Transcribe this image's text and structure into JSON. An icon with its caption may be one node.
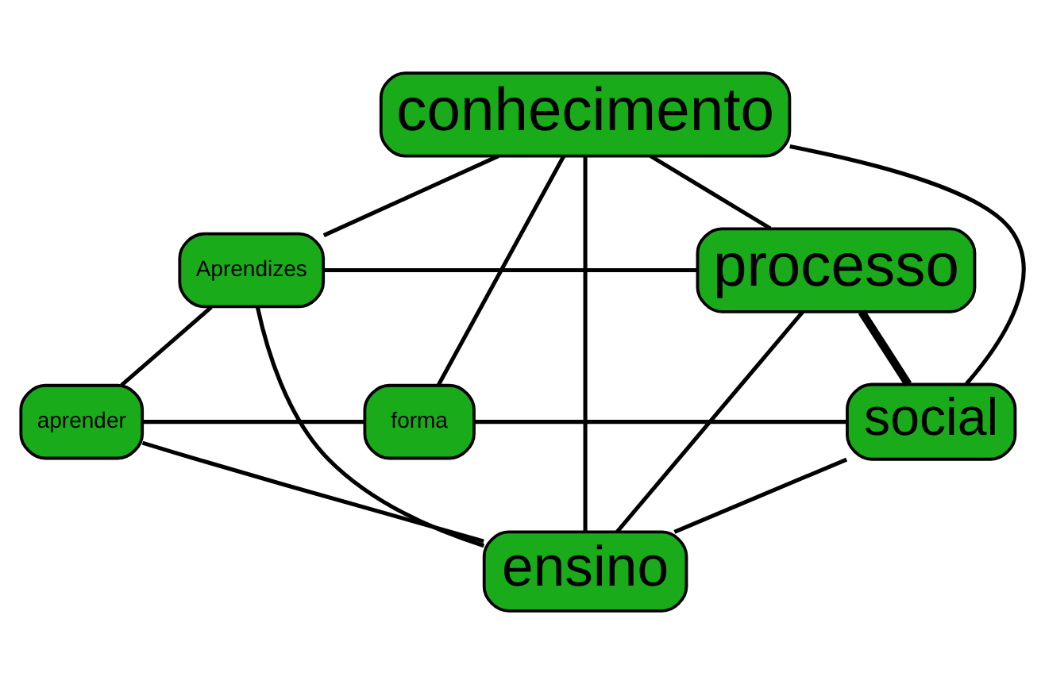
{
  "diagram": {
    "nodes": [
      {
        "text": [
          "conhecimento"
        ]
      },
      {
        "text": [
          "Aprendizes"
        ]
      },
      {
        "text": [
          "processo"
        ]
      },
      {
        "text": [
          "aprender"
        ]
      },
      {
        "text": [
          "forma"
        ]
      },
      {
        "text": [
          "social"
        ]
      },
      {
        "text": [
          "ensino"
        ]
      }
    ],
    "edges": [
      {
        "from": 0,
        "to": 1,
        "arrow": "none"
      },
      {
        "from": 0,
        "to": 4,
        "arrow": "none"
      },
      {
        "from": 0,
        "to": 6,
        "arrow": "none"
      },
      {
        "from": 0,
        "to": 5,
        "arrow": "none"
      },
      {
        "from": 0,
        "to": 2,
        "arrow": "none"
      },
      {
        "from": 1,
        "to": 2,
        "arrow": "none"
      },
      {
        "from": 1,
        "to": 3,
        "arrow": "none"
      },
      {
        "from": 1,
        "to": 6,
        "arrow": "none"
      },
      {
        "from": 3,
        "to": 4,
        "arrow": "none"
      },
      {
        "from": 3,
        "to": 6,
        "arrow": "none"
      },
      {
        "from": 4,
        "to": 5,
        "arrow": "none"
      },
      {
        "from": 5,
        "to": 2,
        "arrow": "none",
        "style": "thick"
      },
      {
        "from": 5,
        "to": 6,
        "arrow": "none"
      },
      {
        "from": 2,
        "to": 6,
        "arrow": "none"
      }
    ]
  }
}
